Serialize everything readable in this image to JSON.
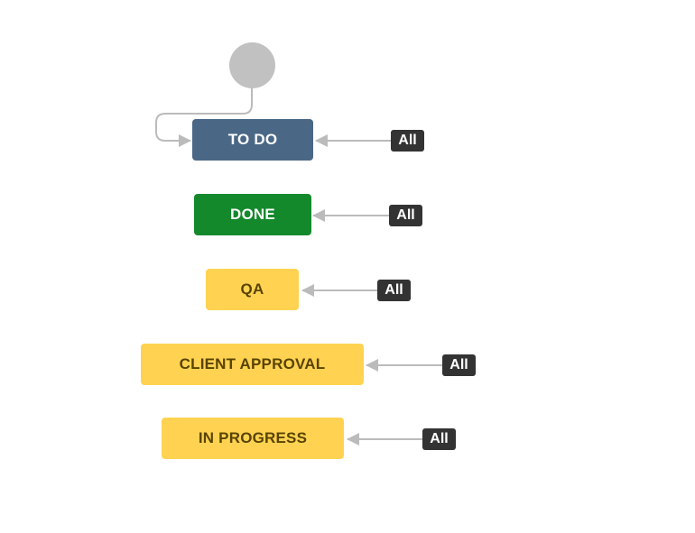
{
  "workflow": {
    "start_node": {
      "icon": "start-circle-icon",
      "color": "#c1c1c1"
    },
    "statuses": [
      {
        "label": "TO DO",
        "category": "todo",
        "color": "#4a6785",
        "transition": "All"
      },
      {
        "label": "DONE",
        "category": "done",
        "color": "#14892c",
        "transition": "All"
      },
      {
        "label": "QA",
        "category": "in-progress",
        "color": "#ffd351",
        "transition": "All"
      },
      {
        "label": "CLIENT APPROVAL",
        "category": "in-progress",
        "color": "#ffd351",
        "transition": "All"
      },
      {
        "label": "IN PROGRESS",
        "category": "in-progress",
        "color": "#ffd351",
        "transition": "All"
      }
    ],
    "connector_color": "#bbbbbb",
    "badge_color": "#333333"
  }
}
